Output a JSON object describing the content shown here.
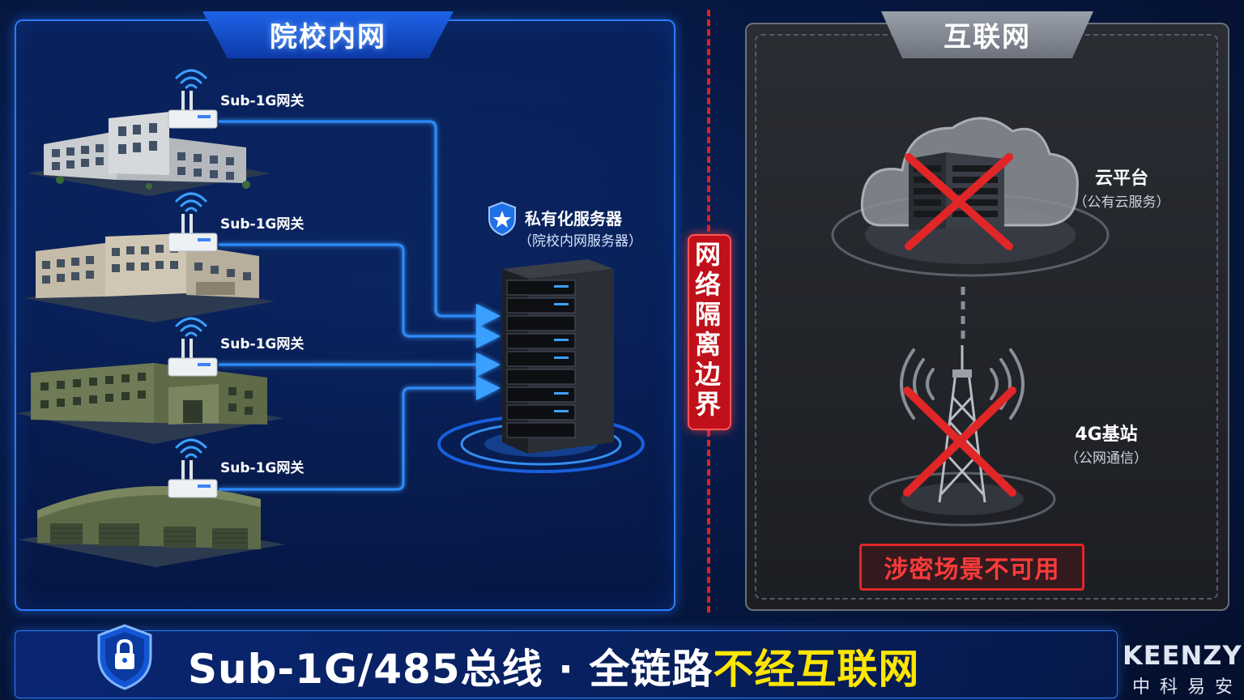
{
  "left_panel": {
    "title": "院校内网",
    "gateways": [
      {
        "label": "Sub-1G网关"
      },
      {
        "label": "Sub-1G网关"
      },
      {
        "label": "Sub-1G网关"
      },
      {
        "label": "Sub-1G网关"
      }
    ],
    "server": {
      "title": "私有化服务器",
      "subtitle": "（院校内网服务器）"
    }
  },
  "divider": {
    "label": "网络隔离边界"
  },
  "right_panel": {
    "title": "互联网",
    "cloud": {
      "title": "云平台",
      "subtitle": "（公有云服务）"
    },
    "tower": {
      "title": "4G基站",
      "subtitle": "（公网通信）"
    },
    "warning": "涉密场景不可用"
  },
  "banner": {
    "text_main": "Sub-1G/485总线 · 全链路",
    "text_highlight": "不经互联网"
  },
  "logo": {
    "name": "KEENZY",
    "subtitle": "中科易安"
  },
  "colors": {
    "intranet_blue": "#2a7dff",
    "boundary_red": "#e02020",
    "highlight_yellow": "#ffe600",
    "warning_red": "#ff3b3b"
  }
}
